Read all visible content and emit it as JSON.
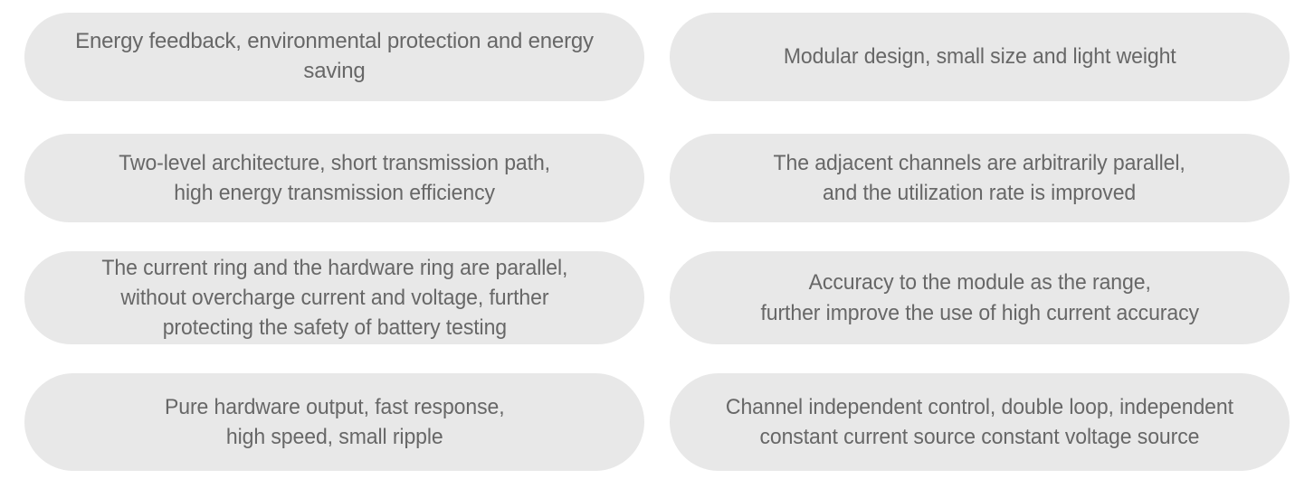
{
  "theme": {
    "background": "#ffffff",
    "pill_fill": "#e8e8e8",
    "text_color": "#676767"
  },
  "layout": {
    "columns": 2,
    "rows": 4,
    "shape": "rounded-pill"
  },
  "features": {
    "column_left": [
      {
        "id": "energy-feedback",
        "text": "Energy feedback, environmental protection and energy saving",
        "lines": 1
      },
      {
        "id": "two-level-architecture",
        "text": "Two-level architecture, short transmission path,\nhigh energy transmission efficiency",
        "lines": 2
      },
      {
        "id": "current-ring-hardware-ring",
        "text": "The current ring and the hardware ring are parallel,\nwithout overcharge current and voltage, further\nprotecting the safety of battery testing",
        "lines": 3
      },
      {
        "id": "pure-hardware-output",
        "text": "Pure hardware output, fast response,\nhigh speed, small ripple",
        "lines": 2
      }
    ],
    "column_right": [
      {
        "id": "modular-design",
        "text": "Modular design, small size and light weight",
        "lines": 1
      },
      {
        "id": "adjacent-channels-parallel",
        "text": "The adjacent channels are arbitrarily parallel,\nand the utilization rate is improved",
        "lines": 2
      },
      {
        "id": "accuracy-to-module",
        "text": "Accuracy to the module as the range,\nfurther improve the use of high current accuracy",
        "lines": 2
      },
      {
        "id": "channel-independent-control",
        "text": "Channel independent control, double loop, independent\nconstant current source constant voltage source",
        "lines": 2
      }
    ]
  }
}
